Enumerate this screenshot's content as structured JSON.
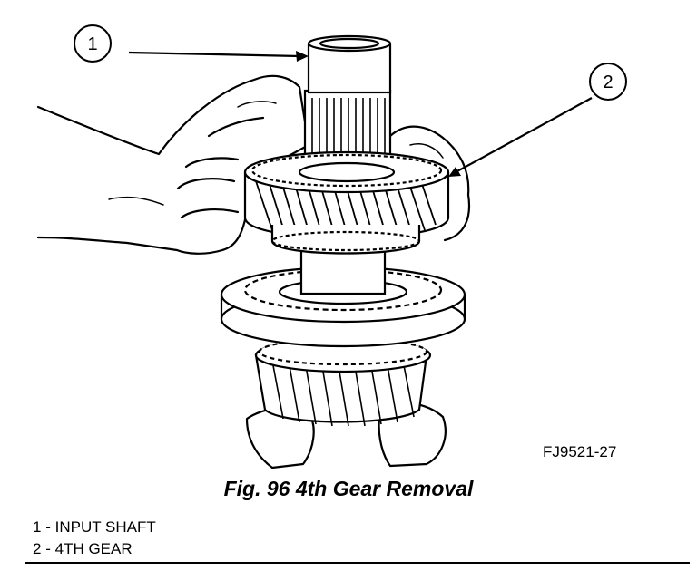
{
  "figure": {
    "code": "FJ9521-27",
    "callouts": [
      {
        "number": "1"
      },
      {
        "number": "2"
      }
    ]
  },
  "caption": "Fig. 96 4th Gear Removal",
  "legend": [
    {
      "number": "1",
      "separator": "-",
      "label": "INPUT SHAFT"
    },
    {
      "number": "2",
      "separator": "-",
      "label": "4TH GEAR"
    }
  ]
}
